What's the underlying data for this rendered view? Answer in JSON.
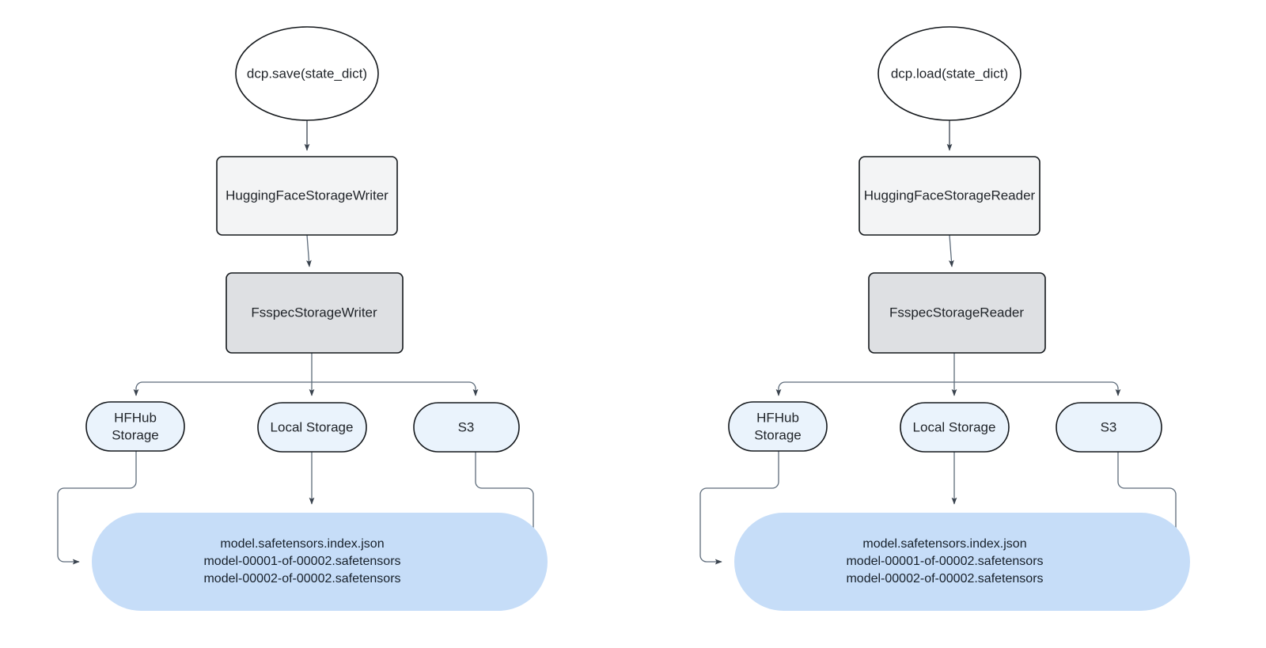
{
  "diagrams": [
    {
      "id": "save-flow",
      "entry": {
        "label": "dcp.save(state_dict)",
        "shape": "ellipse"
      },
      "writer": {
        "label": "HuggingFaceStorageWriter",
        "shape": "rect",
        "fill": "#f3f4f5"
      },
      "backend": {
        "label": "FsspecStorageWriter",
        "shape": "rect",
        "fill": "#dee0e3"
      },
      "storages": [
        {
          "label_line1": "HFHub",
          "label_line2": "Storage",
          "shape": "stadium",
          "fill": "#eaf3fc"
        },
        {
          "label_line1": "Local Storage",
          "label_line2": "",
          "shape": "stadium",
          "fill": "#eaf3fc"
        },
        {
          "label_line1": "S3",
          "label_line2": "",
          "shape": "stadium",
          "fill": "#eaf3fc"
        }
      ],
      "artifact": {
        "shape": "cylinder",
        "fill": "#c6ddf8",
        "lines": [
          "model.safetensors.index.json",
          "model-00001-of-00002.safetensors",
          "model-00002-of-00002.safetensors"
        ]
      }
    },
    {
      "id": "load-flow",
      "entry": {
        "label": "dcp.load(state_dict)",
        "shape": "ellipse"
      },
      "writer": {
        "label": "HuggingFaceStorageReader",
        "shape": "rect",
        "fill": "#f3f4f5"
      },
      "backend": {
        "label": "FsspecStorageReader",
        "shape": "rect",
        "fill": "#dee0e3"
      },
      "storages": [
        {
          "label_line1": "HFHub",
          "label_line2": "Storage",
          "shape": "stadium",
          "fill": "#eaf3fc"
        },
        {
          "label_line1": "Local Storage",
          "label_line2": "",
          "shape": "stadium",
          "fill": "#eaf3fc"
        },
        {
          "label_line1": "S3",
          "label_line2": "",
          "shape": "stadium",
          "fill": "#eaf3fc"
        }
      ],
      "artifact": {
        "shape": "cylinder",
        "fill": "#c6ddf8",
        "lines": [
          "model.safetensors.index.json",
          "model-00001-of-00002.safetensors",
          "model-00002-of-00002.safetensors"
        ]
      }
    }
  ],
  "colors": {
    "edge": "#5d6b7a",
    "node_stroke": "#14181c",
    "artifact_fill": "#c6ddf8",
    "stadium_fill": "#eaf3fc",
    "background": "#ffffff"
  }
}
